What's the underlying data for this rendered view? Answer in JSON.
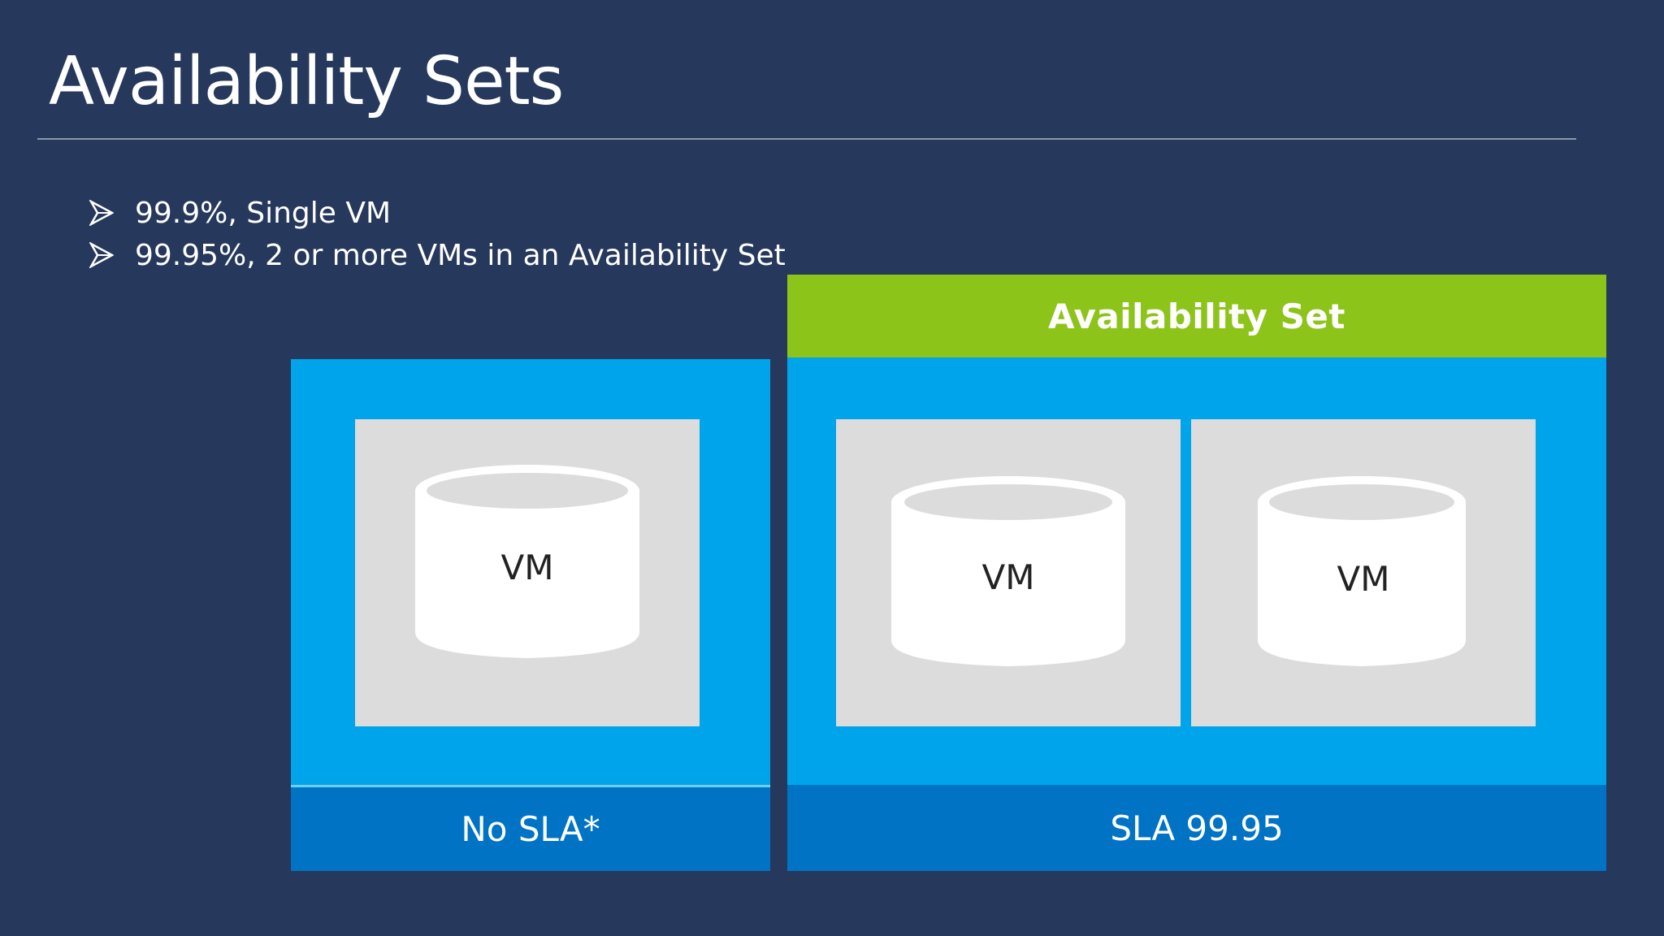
{
  "slide": {
    "title": "Availability Sets",
    "bullets": [
      "99.9%, Single VM",
      "99.95%, 2 or more VMs in an Availability Set"
    ]
  },
  "diagram": {
    "single": {
      "vm_label": "VM",
      "footer": "No SLA*"
    },
    "set": {
      "header": "Availability Set",
      "vm_labels": [
        "VM",
        "VM"
      ],
      "footer": "SLA 99.95"
    }
  },
  "colors": {
    "background": "#26385c",
    "panel_blue": "#00a4ea",
    "footer_blue": "#0073c4",
    "header_green": "#8cc41a",
    "vm_box": "#dcdcdc"
  },
  "icons": {
    "bullet": "arrow-bullet-icon",
    "vm": "cylinder-icon"
  }
}
